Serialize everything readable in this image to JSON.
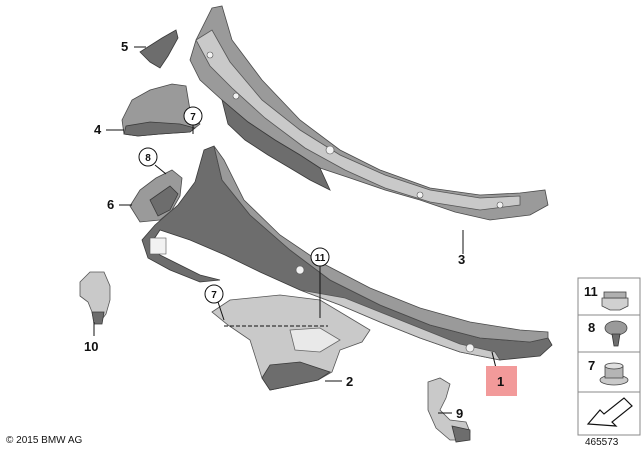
{
  "labels": {
    "p1": "1",
    "p2": "2",
    "p3": "3",
    "p4": "4",
    "p5": "5",
    "p6": "6",
    "p9": "9",
    "p10": "10"
  },
  "callouts": {
    "c7a": "7",
    "c7b": "7",
    "c8": "8",
    "c11": "11"
  },
  "panel": {
    "row11": "11",
    "row8": "8",
    "row7": "7"
  },
  "copyright": "© 2015 BMW AG",
  "reference": "465573",
  "colors": {
    "highlight": "#f29a9a",
    "part": "#6d6d6d"
  }
}
